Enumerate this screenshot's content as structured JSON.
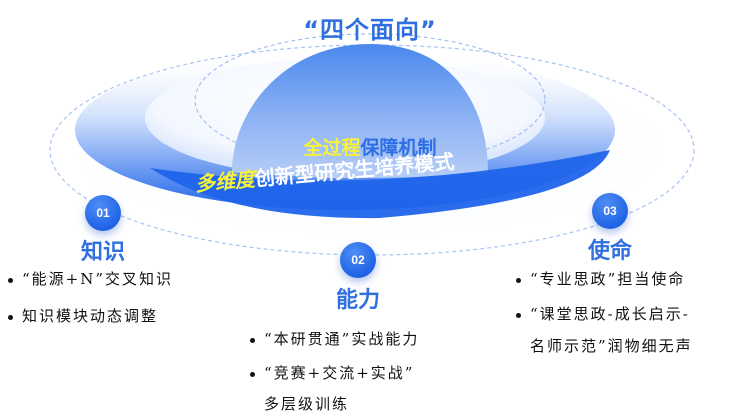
{
  "title": "“四个面向”",
  "dome": {
    "highlight": "全过程",
    "rest": "保障机制"
  },
  "band": {
    "highlight": "多维度",
    "rest": "创新型研究生培养模式"
  },
  "colors": {
    "primary_blue": "#2f6fe0",
    "badge_blue": "#1f63e6",
    "highlight_yellow": "#f7f23a",
    "text_dark": "#111111"
  },
  "sections": [
    {
      "number": "01",
      "heading": "知识",
      "bullets": [
        "“能源+N”交叉知识",
        "知识模块动态调整"
      ]
    },
    {
      "number": "02",
      "heading": "能力",
      "bullets": [
        "“本研贯通”实战能力",
        "“竞赛+交流+实战”",
        "多层级训练"
      ]
    },
    {
      "number": "03",
      "heading": "使命",
      "bullets": [
        "“专业思政”担当使命",
        "“课堂思政-成长启示-",
        "名师示范”润物细无声"
      ]
    }
  ]
}
